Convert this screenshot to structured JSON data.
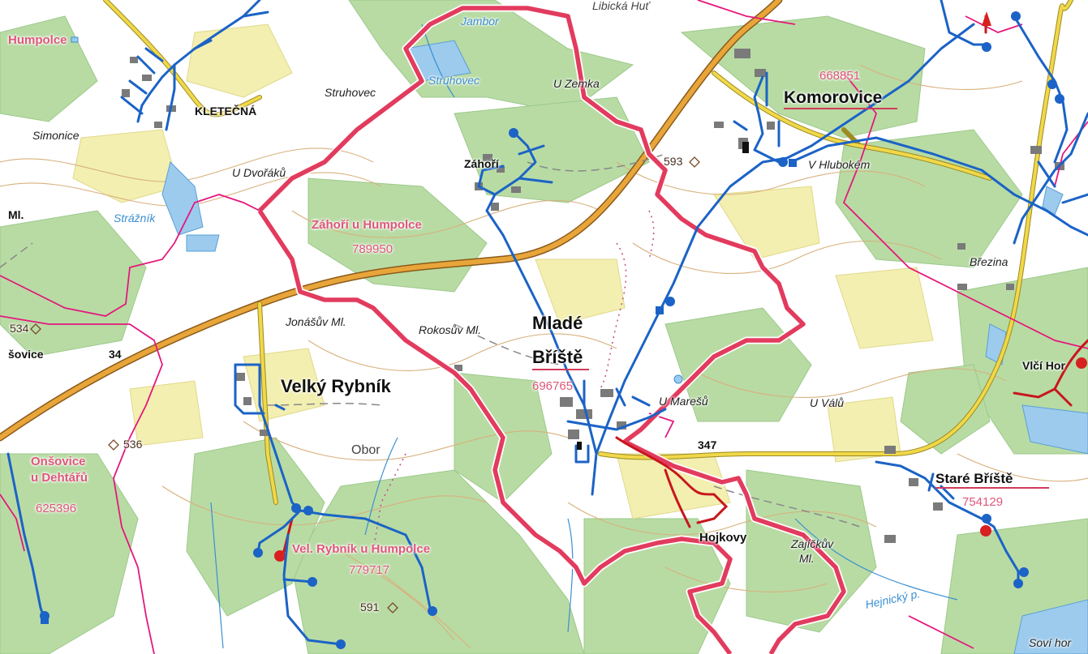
{
  "map": {
    "colors": {
      "background": "#ffffff",
      "forest": "#b8dba4",
      "meadow": "#f3efb0",
      "contour": "#d8b07c",
      "water": "#9ccbee",
      "main_road": "#d79a2f",
      "secondary_road": "#e8cf3c",
      "cadastral_boundary": "#e4187d",
      "municipal_boundary": "#e23b5e",
      "water_main": "#1b63c6",
      "sewer_main": "#d11b1b"
    },
    "towns": {
      "komorovice": "Komorovice",
      "kletecna": "KLETEČNÁ",
      "mlade_briste_1": "Mladé",
      "mlade_briste_2": "Bříště",
      "velky_rybnik": "Velký Rybník",
      "stare_briste": "Staré Bříště",
      "zahori": "Záhoří",
      "hojkovy": "Hojkovy",
      "vlci_hory": "Vlčí Hor"
    },
    "places": {
      "libicka_hut": "Libická Huť",
      "jambor": "Jambor",
      "u_zemka": "U Zemka",
      "struhovec_loc": "Struhovec",
      "struhovec_pond": "Struhovec",
      "simonice": "Simonice",
      "u_dvoraku": "U Dvořáků",
      "straznik": "Strážník",
      "jonasuv_ml": "Jonášův Ml.",
      "rokosuv_ml": "Rokosův Ml.",
      "obor": "Obor",
      "u_maresu": "U Marešů",
      "u_valu": "U Válů",
      "v_hlubokem": "V Hlubokém",
      "brezina": "Březina",
      "zajickuv_1": "Zajíčkův",
      "zajickuv_2": "Ml.",
      "hejnicky": "Hejnický p.",
      "sovi_hor": "Soví hor",
      "ml_edge": "Ml.",
      "sovice": "šovice",
      "humpolce": "Humpolce"
    },
    "cadastral": {
      "zahori_name": "Záhoří u Humpolce",
      "zahori_code": "789950",
      "mlade_code": "696765",
      "komorovice_code": "668851",
      "onsovice_1": "Onšovice",
      "onsovice_2": "u Dehtářů",
      "onsovice_code": "625396",
      "velrybnik_name": "Vel. Rybník u Humpolce",
      "velrybnik_code": "779717",
      "stare_code": "754129"
    },
    "roads": {
      "r34": "34",
      "r347": "347"
    },
    "heights": {
      "h593": "593",
      "h534": "534",
      "h536": "536",
      "h591": "591"
    }
  }
}
